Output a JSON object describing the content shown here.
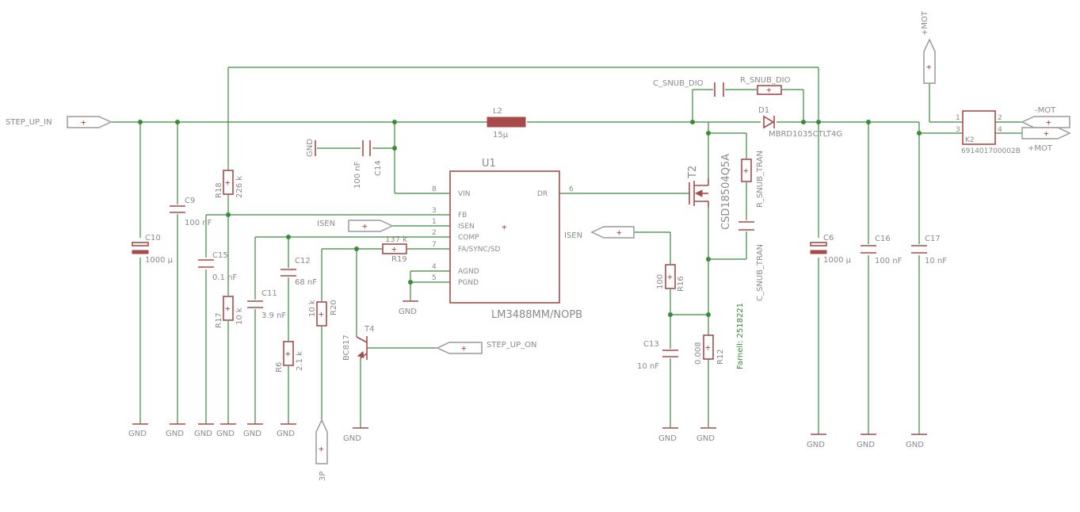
{
  "ports": {
    "step_up_in": "STEP_UP_IN",
    "isen_left": "ISEN",
    "isen_right": "ISEN",
    "step_up_on": "STEP_UP_ON",
    "mot_top": "+MOT",
    "mot_minus": "-MOT",
    "mot_plus": "+MOT",
    "three_p": "3P"
  },
  "ic": {
    "ref": "U1",
    "value": "LM3488MM/NOPB",
    "pins_left": [
      {
        "num": "8",
        "name": "VIN"
      },
      {
        "num": "3",
        "name": "FB"
      },
      {
        "num": "1",
        "name": "ISEN"
      },
      {
        "num": "2",
        "name": "COMP"
      },
      {
        "num": "7",
        "name": "FA/SYNC/SD"
      },
      {
        "num": "4",
        "name": "AGND"
      },
      {
        "num": "5",
        "name": "PGND"
      }
    ],
    "pin_right": {
      "num": "6",
      "name": "DR"
    }
  },
  "components": {
    "L2": {
      "ref": "L2",
      "value": "15µ"
    },
    "D1": {
      "ref": "D1",
      "value": "MBRD1035CTLT4G"
    },
    "T2": {
      "ref": "T2",
      "value": "CSD18504Q5A"
    },
    "T4": {
      "ref": "T4",
      "value": "BC817"
    },
    "K2": {
      "ref": "K2",
      "value": "691401700002B",
      "pins": [
        "1",
        "2",
        "3",
        "4"
      ]
    },
    "C10": {
      "ref": "C10",
      "value": "1000 µ"
    },
    "C9": {
      "ref": "C9",
      "value": "100 nF"
    },
    "C14": {
      "ref": "C14",
      "value": "100 nF"
    },
    "C15": {
      "ref": "C15",
      "value": "0.1 nF"
    },
    "C11": {
      "ref": "C11",
      "value": "3.9 nF"
    },
    "C12": {
      "ref": "C12",
      "value": "68 nF"
    },
    "C13": {
      "ref": "C13",
      "value": "10 nF"
    },
    "C6": {
      "ref": "C6",
      "value": "1000 µ"
    },
    "C16": {
      "ref": "C16",
      "value": "100 nF"
    },
    "C17": {
      "ref": "C17",
      "value": "10 nF"
    },
    "R18": {
      "ref": "R18",
      "value": "226 k"
    },
    "R17": {
      "ref": "R17",
      "value": "10 k"
    },
    "R6": {
      "ref": "R6",
      "value": "2.1 k"
    },
    "R20": {
      "ref": "R20",
      "value": "10 k"
    },
    "R19": {
      "ref": "R19",
      "value": "137 k"
    },
    "R16": {
      "ref": "R16",
      "value": "100"
    },
    "R12": {
      "ref": "R12",
      "value": "0.008"
    },
    "C_SNUB_DIO": {
      "ref": "C_SNUB_DIO"
    },
    "R_SNUB_DIO": {
      "ref": "R_SNUB_DIO"
    },
    "R_SNUB_TRAN": {
      "ref": "R_SNUB_TRAN"
    },
    "C_SNUB_TRAN": {
      "ref": "C_SNUB_TRAN"
    }
  },
  "gnd_label": "GND",
  "farnell": "Farnell: 2518221",
  "colors": {
    "wire": "#3a8a3a",
    "part": "#a84a4a",
    "text": "#8a8a8a"
  }
}
